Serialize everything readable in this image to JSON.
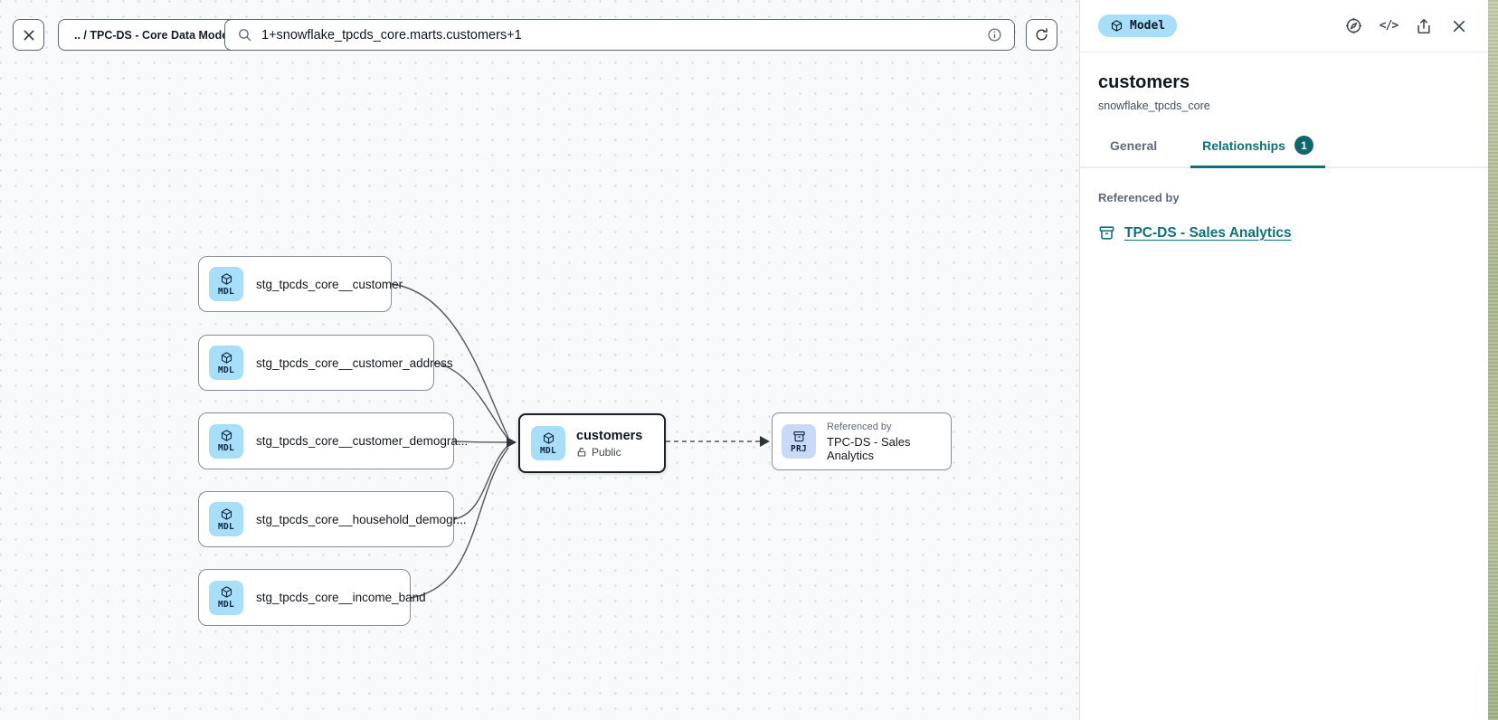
{
  "toolbar": {
    "breadcrumb": ".. / TPC-DS - Core Data Models",
    "search_value": "1+snowflake_tpcds_core.marts.customers+1"
  },
  "canvas": {
    "nodes": [
      {
        "badge": "MDL",
        "label": "stg_tpcds_core__customer"
      },
      {
        "badge": "MDL",
        "label": "stg_tpcds_core__customer_address"
      },
      {
        "badge": "MDL",
        "label": "stg_tpcds_core__customer_demogra..."
      },
      {
        "badge": "MDL",
        "label": "stg_tpcds_core__household_demogr..."
      },
      {
        "badge": "MDL",
        "label": "stg_tpcds_core__income_band"
      }
    ],
    "selected": {
      "badge": "MDL",
      "label": "customers",
      "visibility": "Public"
    },
    "referenced": {
      "badge": "PRJ",
      "kicker": "Referenced by",
      "label": "TPC-DS - Sales Analytics"
    }
  },
  "panel": {
    "type_badge": "Model",
    "title": "customers",
    "subtitle": "snowflake_tpcds_core",
    "tabs": [
      {
        "label": "General"
      },
      {
        "label": "Relationships",
        "count": "1"
      }
    ],
    "section_label": "Referenced by",
    "reference_link": "TPC-DS - Sales Analytics"
  },
  "icons": {
    "toolbar": [
      "close-icon",
      "search-icon",
      "info-icon",
      "refresh-icon"
    ],
    "panel_header": [
      "compass-icon",
      "code-icon",
      "share-icon",
      "close-icon"
    ],
    "node": [
      "cube-icon",
      "lock-open-icon",
      "archive-icon"
    ]
  },
  "colors": {
    "accent_teal": "#0e7179",
    "count_badge_teal": "#0d686e",
    "model_badge_blue": "#a9def8",
    "project_badge_blue": "#c9d9f8",
    "canvas_bg": "#f8f9fa"
  }
}
